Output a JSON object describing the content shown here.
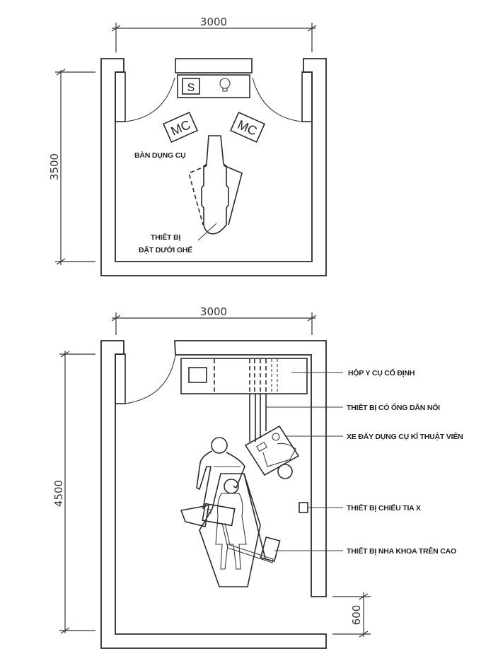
{
  "plans": [
    {
      "id": "plan-1",
      "dimensions": {
        "width": "3000",
        "depth": "3500"
      },
      "symbols": {
        "sink": "S",
        "lamp": "lamp-icon",
        "cabinet_left": "MC",
        "cabinet_right": "MC"
      },
      "labels": {
        "instrument_table": "BÀN DỤNG CỤ",
        "under_chair_line1": "THIẾT BỊ",
        "under_chair_line2": "ĐẶT DƯỚI GHẾ"
      }
    },
    {
      "id": "plan-2",
      "dimensions": {
        "width": "3000",
        "depth": "4500",
        "door_gap": "600"
      },
      "callouts": [
        "HỘP Y CỤ CỐ ĐỊNH",
        "THIẾT BỊ CÓ ỐNG DẪN NỐI",
        "XE ĐẨY DỤNG CỤ KĨ THUẬT VIÊN",
        "THIẾT BỊ CHIẾU TIA X",
        "THIẾT BỊ NHA KHOA TRÊN CAO"
      ]
    }
  ]
}
